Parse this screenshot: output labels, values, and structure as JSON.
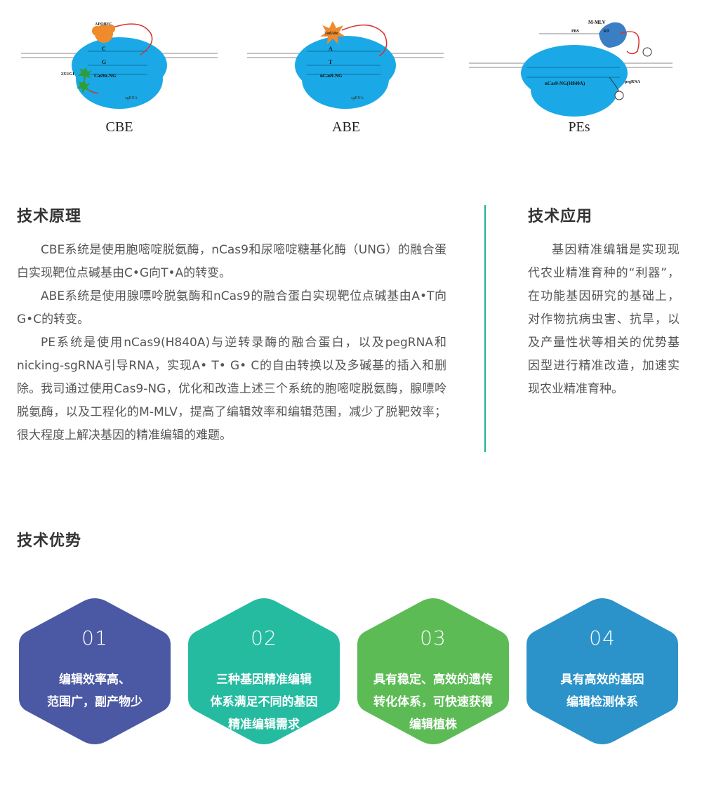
{
  "figures": [
    {
      "caption": "CBE",
      "labels": {
        "enzyme": "APOBEC",
        "top_base": "C",
        "bottom_base": "G",
        "protein": "Cas9n-NG",
        "inhibitor": "2XUGI",
        "guide": "sgRNA"
      }
    },
    {
      "caption": "ABE",
      "labels": {
        "enzyme": "TadA8e",
        "top_base": "A",
        "bottom_base": "T",
        "protein": "nCas9-NG",
        "guide": "sgRNA"
      }
    },
    {
      "caption": "PEs",
      "labels": {
        "enzyme": "M-MLV",
        "pbs": "PBS",
        "rt": "RT",
        "protein": "nCas9-NG(H840A)",
        "guide": "pegRNA"
      }
    }
  ],
  "principle": {
    "title": "技术原理",
    "paragraphs": [
      "CBE系统是使用胞嘧啶脱氨酶，nCas9和尿嘧啶糖基化酶（UNG）的融合蛋白实现靶位点碱基由C•G向T•A的转变。",
      "ABE系统是使用腺嘌呤脱氨酶和nCas9的融合蛋白实现靶位点碱基由A•T向G•C的转变。",
      "PE系统是使用nCas9(H840A)与逆转录酶的融合蛋白，以及pegRNA和nicking-sgRNA引导RNA，实现A• T• G• C的自由转换以及多碱基的插入和删除。",
      "我司通过使用Cas9-NG，优化和改造上述三个系统的胞嘧啶脱氨酶，腺嘌呤脱氨酶，以及工程化的M-MLV，提高了编辑效率和编辑范围，减少了脱靶效率；很大程度上解决基因的精准编辑的难题。"
    ]
  },
  "application": {
    "title": "技术应用",
    "paragraph": "基因精准编辑是实现现代农业精准育种的“利器”，在功能基因研究的基础上，对作物抗病虫害、抗旱，以及产量性状等相关的优势基因型进行精准改造，加速实现农业精准育种。"
  },
  "advantages": {
    "title": "技术优势",
    "items": [
      {
        "number": "01",
        "lines": [
          "编辑效率高、",
          "范围广，副产物少"
        ],
        "color": "#4b58a3"
      },
      {
        "number": "02",
        "lines": [
          "三种基因精准编辑",
          "体系满足不同的基因",
          "精准编辑需求"
        ],
        "color": "#25bba0"
      },
      {
        "number": "03",
        "lines": [
          "具有稳定、高效的遗传",
          "转化体系，可快速获得",
          "编辑植株"
        ],
        "color": "#5cbb55"
      },
      {
        "number": "04",
        "lines": [
          "具有高效的基因",
          "编辑检测体系"
        ],
        "color": "#2b93c9"
      }
    ]
  },
  "colors": {
    "accent": "#1ab594",
    "protein_blue": "#1aa9e6",
    "dna_gray": "#888888",
    "linker_red": "#d9302c"
  }
}
